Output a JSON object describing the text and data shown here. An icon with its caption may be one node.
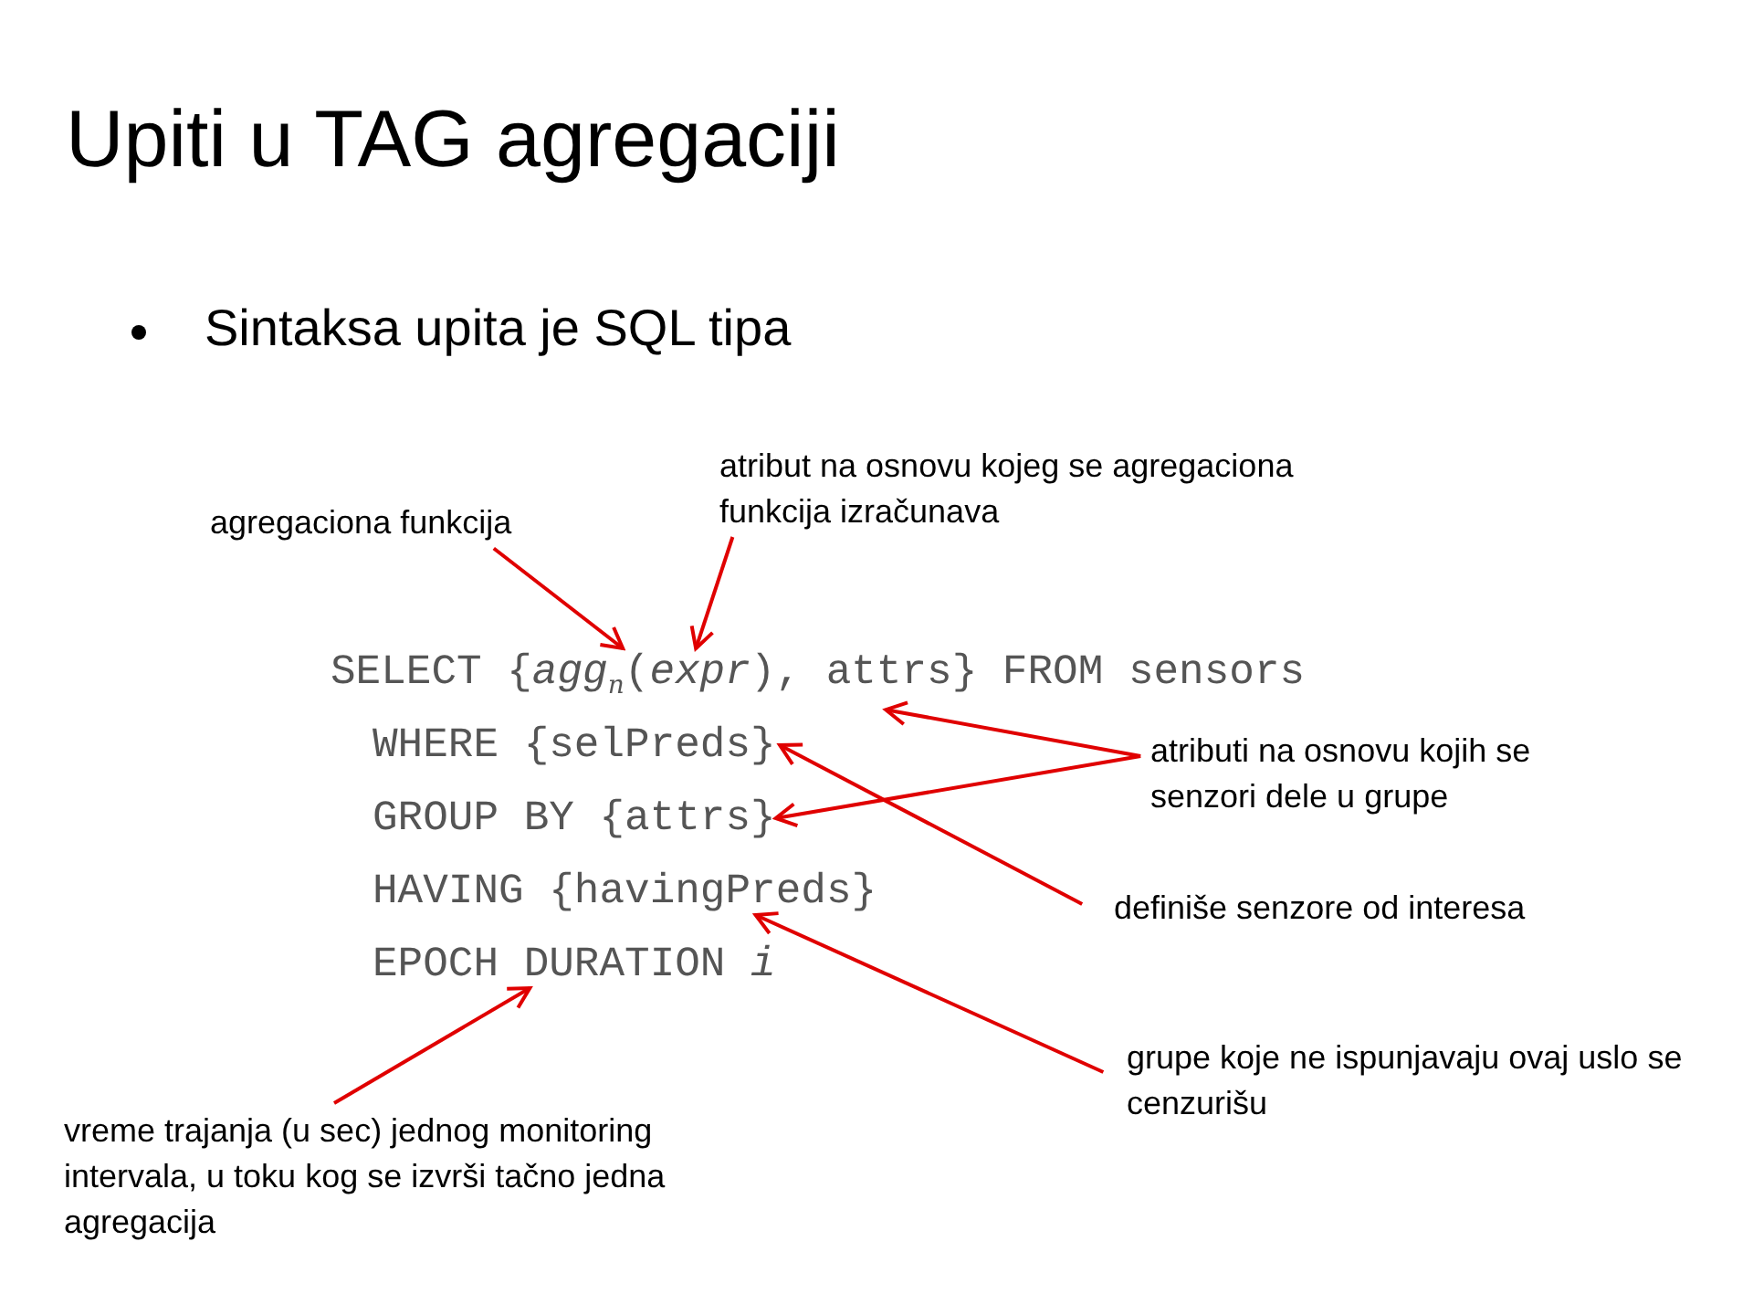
{
  "diagram": {
    "title": "Upiti u TAG agregaciji",
    "nodes": [
      {
        "text": [
          "agregaciona funkcija"
        ]
      },
      {
        "text": [
          "atribut na osnovu kojeg se agregaciona funkcija izračunava"
        ]
      },
      {
        "text": [
          "SELECT {*agg*$_{n}$(*expr*), attrs} FROM sensors"
        ]
      },
      {
        "text": [
          "WHERE {selPreds}"
        ]
      },
      {
        "text": [
          "atributi na osnovu kojih se senzori dele u grupe"
        ]
      },
      {
        "text": [
          "GROUP BY {attrs}"
        ]
      },
      {
        "text": [
          "HAVING {havingPreds}"
        ]
      },
      {
        "text": [
          "definiše senzore od interesa"
        ]
      },
      {
        "text": [
          "EPOCH DURATION *i*"
        ]
      },
      {
        "text": [
          "grupe koje ne ispunjavaju ovaj uslo se cenzurišu"
        ]
      },
      {
        "text": [
          "vreme trajanja (u sec) jednog monitoring intervala, u toku kog se  izvrši tačno jedna agregacija"
        ]
      }
    ],
    "edges": [
      {
        "from": 0,
        "to": 2,
        "arrow": "to",
        "color": "#e00000"
      },
      {
        "from": 1,
        "to": 2,
        "arrow": "to",
        "color": "#e00000"
      },
      {
        "from": 4,
        "to": 2,
        "arrow": "to",
        "color": "#e00000"
      },
      {
        "from": 4,
        "to": 5,
        "arrow": "to",
        "color": "#e00000"
      },
      {
        "from": 7,
        "to": 3,
        "arrow": "to",
        "color": "#e00000"
      },
      {
        "from": 9,
        "to": 6,
        "arrow": "to",
        "color": "#e00000"
      },
      {
        "from": 10,
        "to": 8,
        "arrow": "to",
        "color": "#e00000"
      }
    ],
    "labels": [
      "Sintaksa upita je SQL tipa"
    ]
  }
}
